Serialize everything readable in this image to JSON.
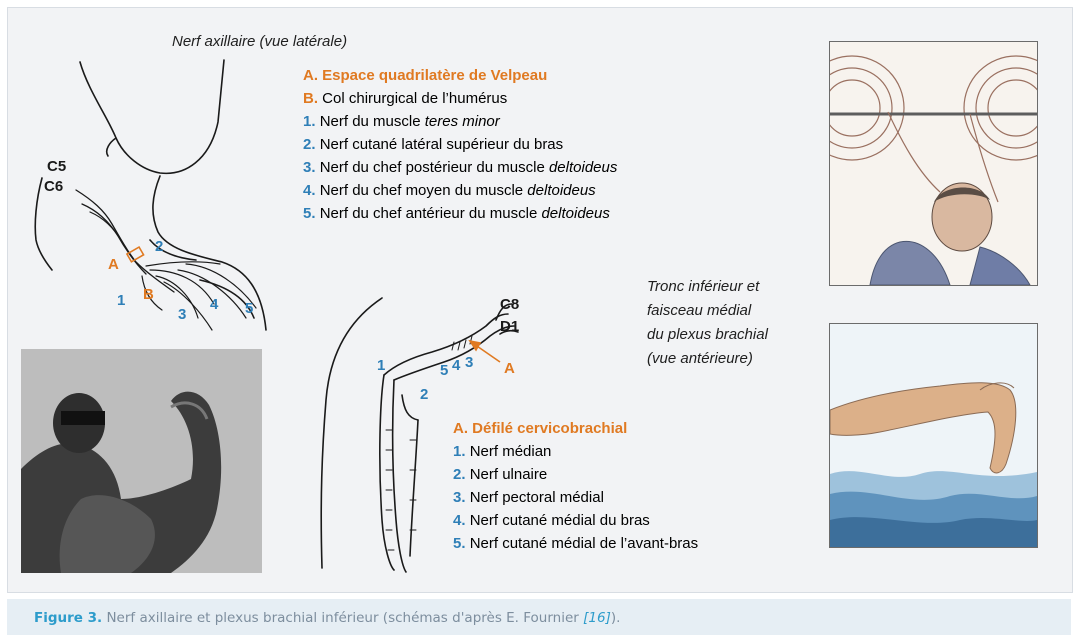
{
  "diagram1": {
    "title": "Nerf axillaire (vue latérale)",
    "legend": [
      {
        "key": "A.",
        "text": "Espace quadrilatère de Velpeau",
        "highlight": true
      },
      {
        "key": "B.",
        "text": "Col chirurgical de l’humérus",
        "highlight": false
      },
      {
        "key": "1.",
        "text": "Nerf du muscle ",
        "italic": "teres minor"
      },
      {
        "key": "2.",
        "text": "Nerf cutané latéral supérieur du bras",
        "italic": ""
      },
      {
        "key": "3.",
        "text": "Nerf du chef postérieur du muscle ",
        "italic": "deltoideus"
      },
      {
        "key": "4.",
        "text": "Nerf du chef moyen du muscle ",
        "italic": "deltoideus"
      },
      {
        "key": "5.",
        "text": "Nerf du chef antérieur du muscle ",
        "italic": "deltoideus"
      }
    ],
    "labels": {
      "c5": "C5",
      "c6": "C6",
      "a": "A",
      "b": "B",
      "n1": "1",
      "n2": "2",
      "n3": "3",
      "n4": "4",
      "n5": "5"
    }
  },
  "diagram2": {
    "title_lines": [
      "Tronc inférieur et",
      "faisceau médial",
      "du plexus brachial",
      "(vue antérieure)"
    ],
    "legend": [
      {
        "key": "A.",
        "text": "Défilé cervicobrachial",
        "highlight": true
      },
      {
        "key": "1.",
        "text": "Nerf médian"
      },
      {
        "key": "2.",
        "text": "Nerf ulnaire"
      },
      {
        "key": "3.",
        "text": "Nerf pectoral médial"
      },
      {
        "key": "4.",
        "text": "Nerf cutané médial du bras"
      },
      {
        "key": "5.",
        "text": "Nerf cutané médial de l’avant-bras"
      }
    ],
    "labels": {
      "c8": "C8",
      "d1": "D1",
      "a": "A",
      "n1": "1",
      "n2": "2",
      "n3": "3",
      "n4": "4",
      "n5": "5"
    }
  },
  "caption": {
    "figure": "Figure 3.",
    "text": " Nerf axillaire et plexus brachial inférieur (schémas d'après E. Fournier ",
    "ref": "[16]",
    "end": ")."
  },
  "colors": {
    "orange": "#e07a22",
    "blue": "#2f7fb7",
    "caption": "#7d8e9e"
  }
}
